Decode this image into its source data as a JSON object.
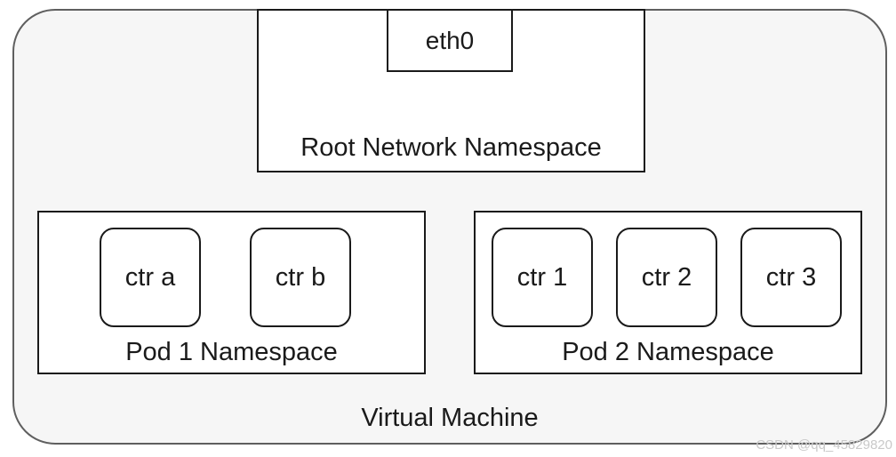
{
  "diagram": {
    "vm_label": "Virtual Machine",
    "root_namespace": {
      "label": "Root Network Namespace",
      "interface": "eth0"
    },
    "pods": [
      {
        "label": "Pod 1 Namespace",
        "containers": [
          "ctr a",
          "ctr b"
        ]
      },
      {
        "label": "Pod 2 Namespace",
        "containers": [
          "ctr 1",
          "ctr 2",
          "ctr 3"
        ]
      }
    ]
  },
  "watermark": "CSDN @qq_45829820"
}
